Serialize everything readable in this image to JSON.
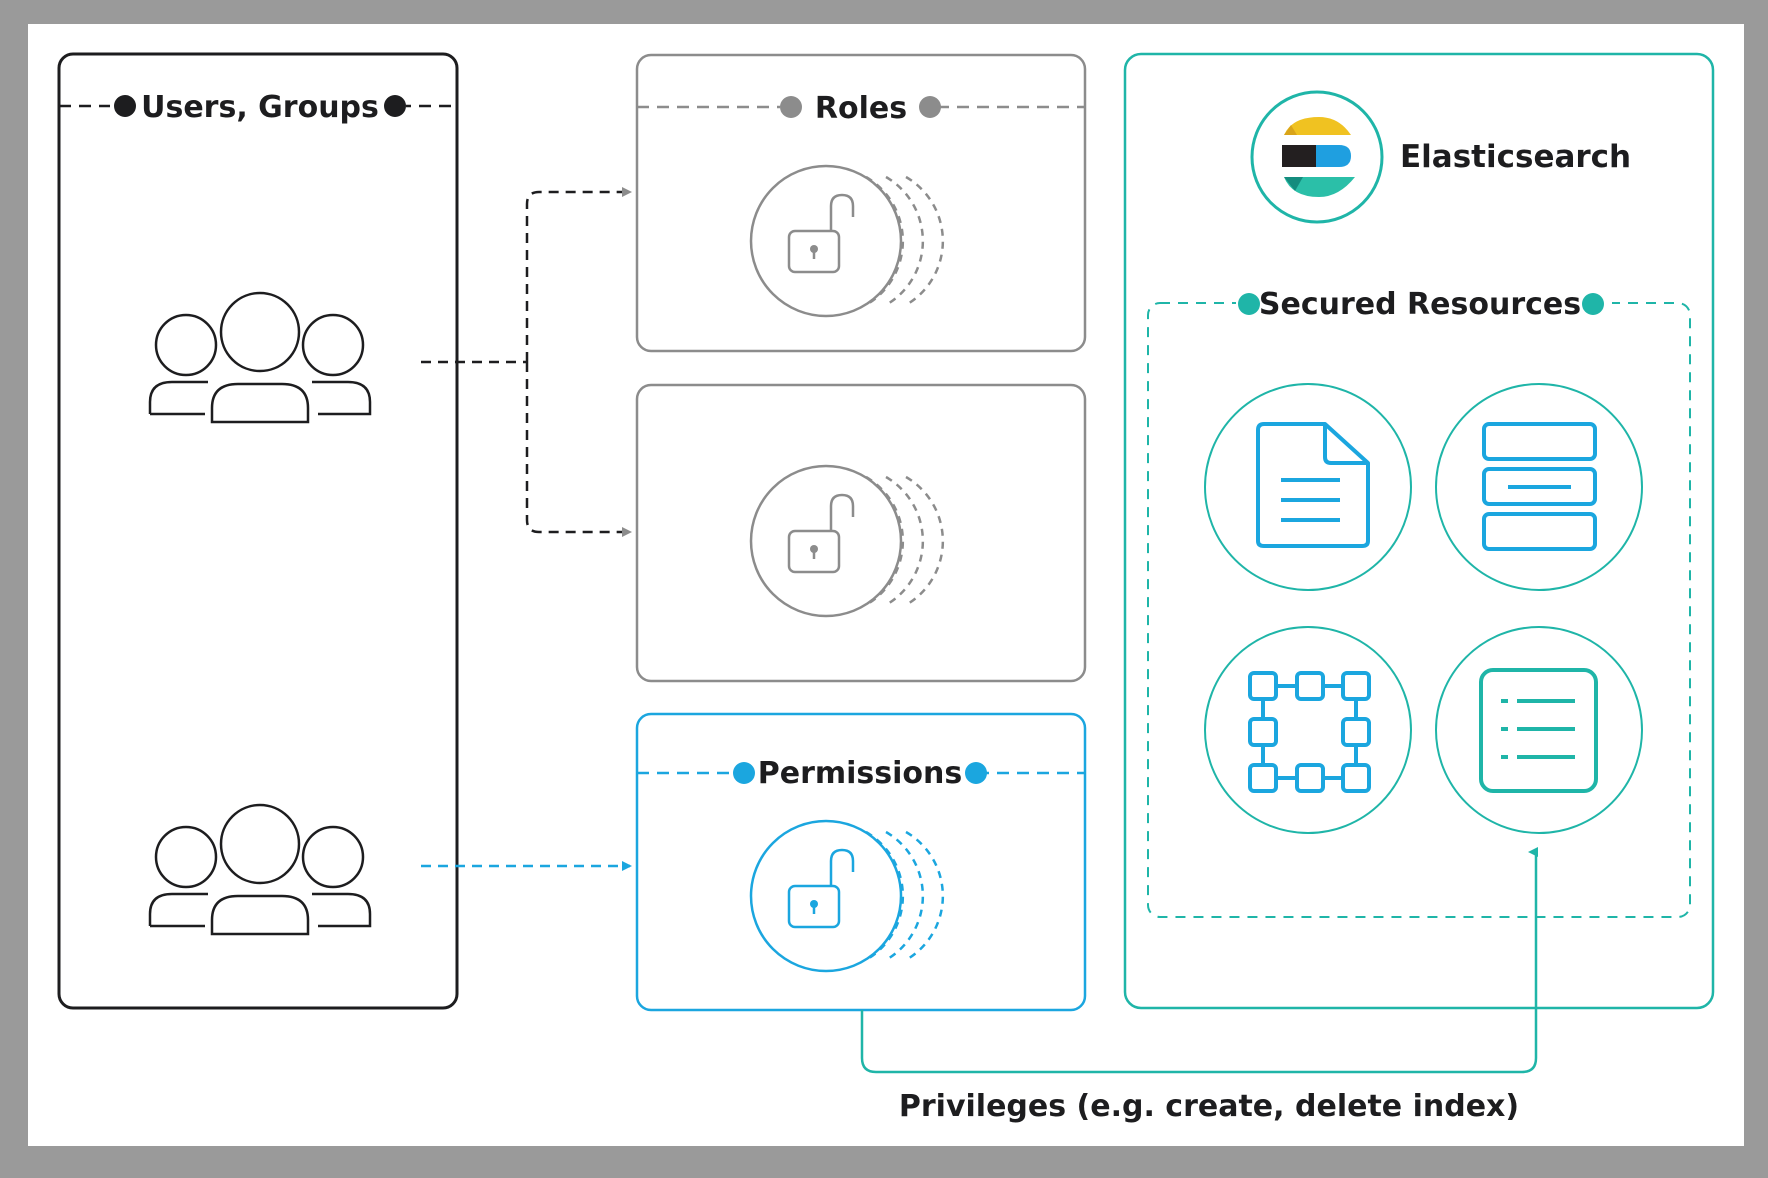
{
  "diagram": {
    "users_groups_label": "Users, Groups",
    "roles_label": "Roles",
    "permissions_label": "Permissions",
    "elasticsearch_label": "Elasticsearch",
    "secured_resources_label": "Secured Resources",
    "privileges_label": "Privileges (e.g. create, delete index)"
  },
  "colors": {
    "background": "#9a9a9a",
    "panel": "#ffffff",
    "dark": "#1d1d1f",
    "gray": "#8c8c8c",
    "blue": "#1ba6df",
    "teal": "#1fb5a8",
    "logo_yellow": "#f0c221",
    "logo_blue": "#1f9fe0",
    "logo_teal": "#2bbfa8",
    "logo_dark": "#231f20"
  },
  "icons": [
    "people-group-icon",
    "unlocked-padlock-stack-icon",
    "elasticsearch-logo-icon",
    "document-icon",
    "index-stack-icon",
    "cluster-nodes-icon",
    "list-icon"
  ]
}
